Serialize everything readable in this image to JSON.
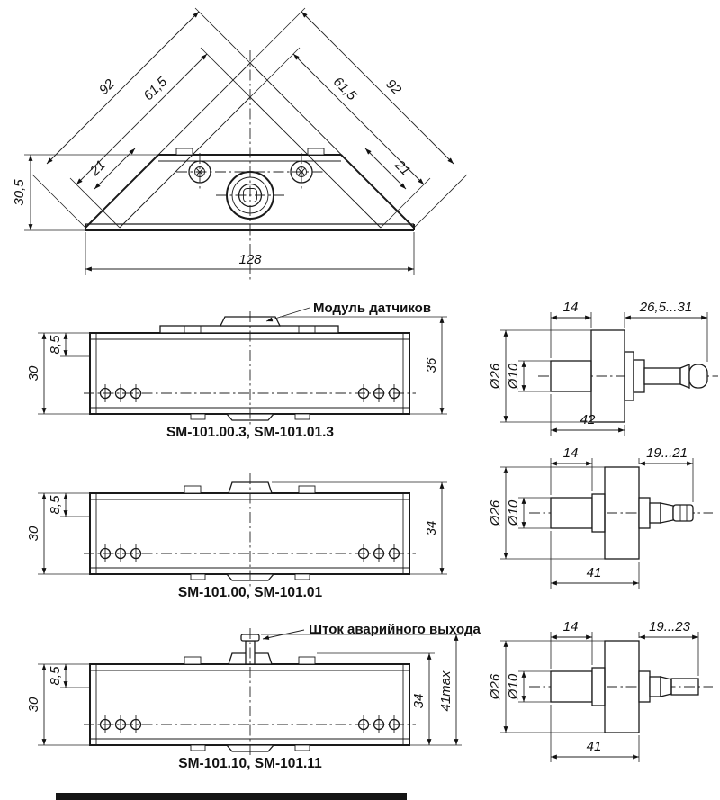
{
  "top_view": {
    "dim_left_outer": "92",
    "dim_left_inner": "61,5",
    "dim_right_inner": "61,5",
    "dim_right_outer": "92",
    "dim_left_21": "21",
    "dim_right_21": "21",
    "dim_height": "30,5",
    "dim_width": "128"
  },
  "view_sensors": {
    "annotation": "Модуль датчиков",
    "dim_body_height": "30",
    "dim_offset": "8,5",
    "dim_total_height": "36",
    "label": "SM-101.00.3, SM-101.01.3"
  },
  "view_basic": {
    "dim_body_height": "30",
    "dim_offset": "8,5",
    "dim_total_height": "34",
    "label": "SM-101.00, SM-101.01"
  },
  "view_rod": {
    "annotation": "Шток аварийного выхода",
    "dim_body_height": "30",
    "dim_offset": "8,5",
    "dim_total_height": "34",
    "dim_max_height": "41max",
    "label": "SM-101.10, SM-101.11"
  },
  "knob_a": {
    "dim_shaft": "14",
    "dim_stroke": "26,5...31",
    "dim_total": "42",
    "dia_knob": "Ø26",
    "dia_shaft": "Ø10"
  },
  "knob_b": {
    "dim_shaft": "14",
    "dim_stroke": "19...21",
    "dim_total": "41",
    "dia_knob": "Ø26",
    "dia_shaft": "Ø10"
  },
  "knob_c": {
    "dim_shaft": "14",
    "dim_stroke": "19...23",
    "dim_total": "41",
    "dia_knob": "Ø26",
    "dia_shaft": "Ø10"
  }
}
